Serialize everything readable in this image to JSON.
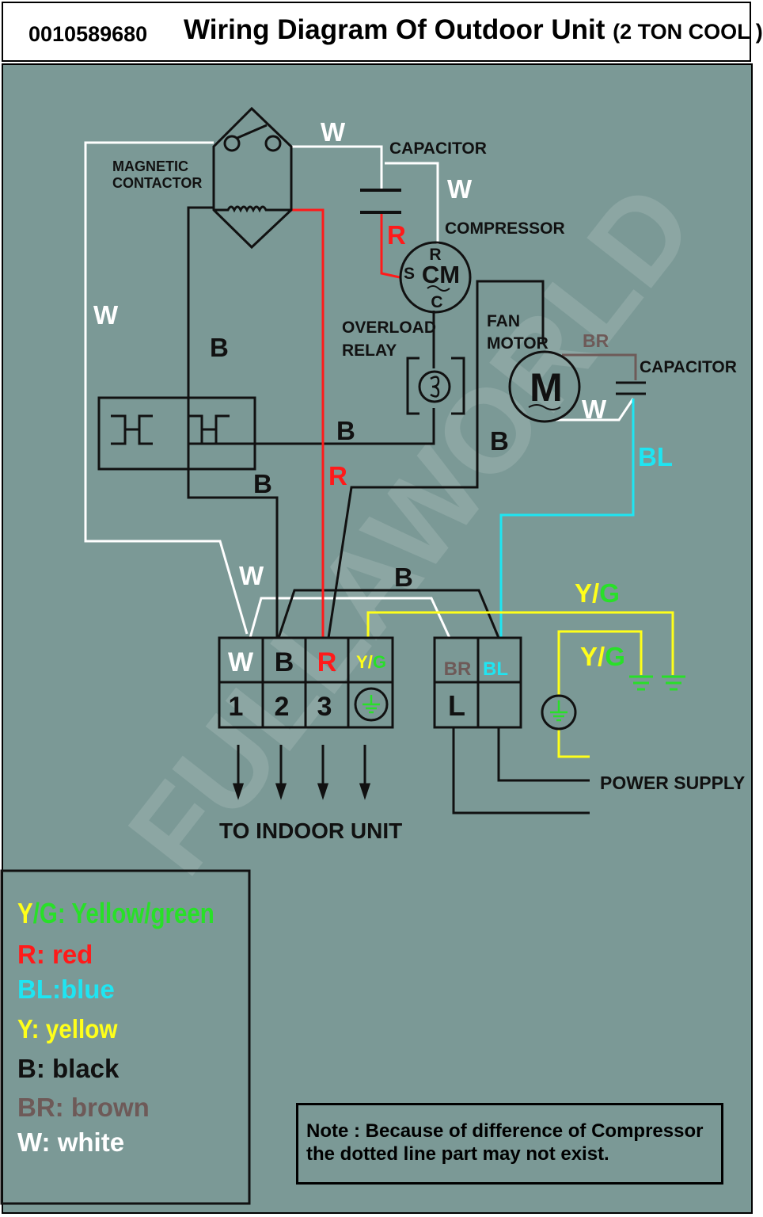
{
  "header": {
    "code": "0010589680",
    "title": "Wiring Diagram Of Outdoor Unit",
    "subtitle": "(2 TON COOL )"
  },
  "labels": {
    "magnetic_contactor": [
      "MAGNETIC",
      "CONTACTOR"
    ],
    "capacitor_top": "CAPACITOR",
    "compressor": "COMPRESSOR",
    "overload_relay": [
      "OVERLOAD",
      "RELAY"
    ],
    "fan_motor": [
      "FAN",
      "MOTOR"
    ],
    "capacitor_fan": "CAPACITOR",
    "to_indoor": "TO INDOOR UNIT",
    "power_supply": "POWER SUPPLY",
    "watermark": "FULLAWORLD"
  },
  "compressor_terminals": {
    "r": "R",
    "s": "S",
    "c": "C",
    "cm": "CM"
  },
  "motor_letter": "M",
  "wire_labels": {
    "w_top": "W",
    "w_cap": "W",
    "r_cap": "R",
    "w_left": "W",
    "b_left": "B",
    "b_mid": "B",
    "b_lower": "B",
    "r_mid": "R",
    "b_fan": "B",
    "br_fan": "BR",
    "w_fan": "W",
    "bl_fan": "BL",
    "w_bottom": "W",
    "b_bottom": "B",
    "yg_top_y": "Y",
    "yg_top_sep": "/",
    "yg_top_g": "G",
    "yg_right_y": "Y",
    "yg_right_sep": "/",
    "yg_right_g": "G"
  },
  "terminal_block_left": {
    "top": [
      {
        "label": "W",
        "color": "#ffffff"
      },
      {
        "label": "B",
        "color": "#111111"
      },
      {
        "label": "R",
        "color": "#ff1a1a"
      }
    ],
    "yg": {
      "y": "Y",
      "sep": "/",
      "g": "G"
    },
    "bottom": [
      "1",
      "2",
      "3"
    ]
  },
  "terminal_block_right": {
    "top": [
      {
        "label": "BR",
        "color": "#6e5a58"
      },
      {
        "label": "BL",
        "color": "#1fe5f2"
      }
    ],
    "bottom": [
      "L"
    ]
  },
  "legend": [
    {
      "prefix": "Y",
      "prefix2": "/G",
      "text": ": Yellow/green",
      "color": "#ffff1a",
      "color2": "#28e028"
    },
    {
      "text": "R: red",
      "color": "#ff1a1a"
    },
    {
      "text": "BL:blue",
      "color": "#1fe5f2"
    },
    {
      "text": "Y: yellow",
      "color": "#ffff1a"
    },
    {
      "text": "B: black",
      "color": "#111111"
    },
    {
      "text": "BR: brown",
      "color": "#6e5a58"
    },
    {
      "text": "W: white",
      "color": "#ffffff"
    }
  ],
  "note": {
    "line1": "Note : Because of difference of Compressor",
    "line2": "the dotted line part may not exist."
  },
  "colors": {
    "background": "#7b9996",
    "white": "#ffffff",
    "red": "#ff1a1a",
    "black": "#111111",
    "blue": "#1fe5f2",
    "yellow": "#ffff1a",
    "green": "#28e028",
    "brown": "#6e5a58"
  }
}
